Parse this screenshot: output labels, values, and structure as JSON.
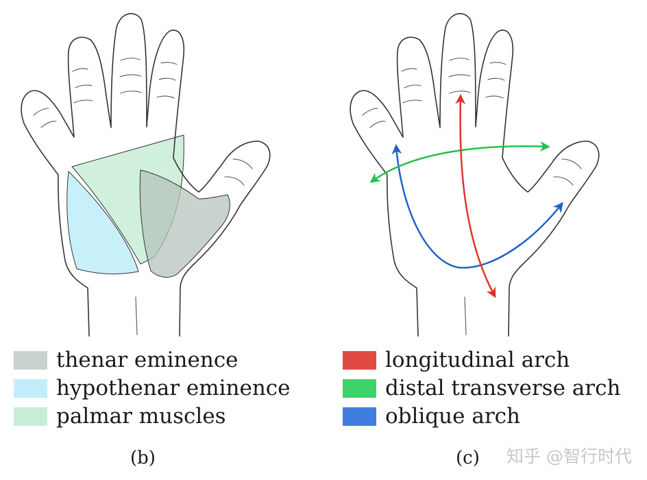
{
  "panel_b": {
    "caption": "(b)",
    "legend": [
      {
        "label": "thenar eminence",
        "color": "#c8d2cc"
      },
      {
        "label": "hypothenar eminence",
        "color": "#c2eefb"
      },
      {
        "label": "palmar muscles",
        "color": "#c8edd6"
      }
    ]
  },
  "panel_c": {
    "caption": "(c)",
    "legend": [
      {
        "label": "longitudinal arch",
        "color": "#e04a42"
      },
      {
        "label": "distal transverse arch",
        "color": "#3dd26a"
      },
      {
        "label": "oblique arch",
        "color": "#3f7ee0"
      }
    ]
  },
  "watermark": "知乎 @智行时代",
  "colors": {
    "outline": "#333333",
    "thenar_fill": "#c8d2cc",
    "hypothenar_fill": "#c2eefb",
    "palmar_fill": "#c8edd6",
    "longitudinal_arrow": "#e0332b",
    "transverse_arrow": "#22c24a",
    "oblique_arrow": "#1f63c8"
  }
}
